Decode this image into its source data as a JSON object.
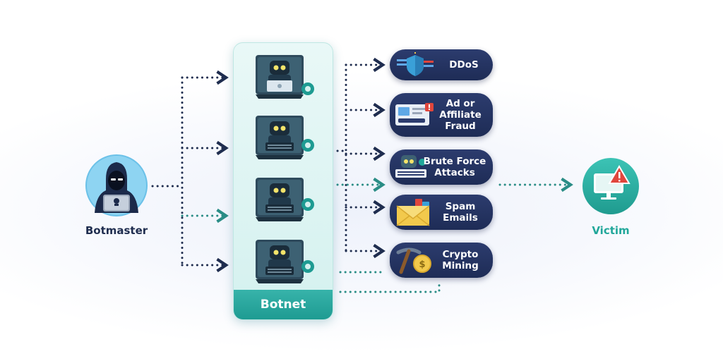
{
  "botmaster": {
    "label": "Botmaster"
  },
  "botnet": {
    "label": "Botnet"
  },
  "victim": {
    "label": "Victim"
  },
  "attacks": [
    {
      "id": "ddos",
      "lines": [
        "DDoS"
      ]
    },
    {
      "id": "ad-fraud",
      "lines": [
        "Ad or",
        "Affiliate",
        "Fraud"
      ]
    },
    {
      "id": "brute-force",
      "lines": [
        "Brute Force",
        "Attacks"
      ]
    },
    {
      "id": "spam",
      "lines": [
        "Spam",
        "Emails"
      ]
    },
    {
      "id": "crypto",
      "lines": [
        "Crypto",
        "Mining"
      ]
    }
  ],
  "icons": {
    "botmaster": "hooded-hacker-icon",
    "bot": "robot-laptop-icon",
    "ddos": "shield-icon",
    "ad-fraud": "ad-screen-icon",
    "brute-force": "robot-keyboard-icon",
    "spam": "envelope-icon",
    "crypto": "pickaxe-coin-icon",
    "victim": "monitor-alert-icon"
  },
  "colors": {
    "dark_navy": "#1e2c56",
    "teal": "#21a79a",
    "botnet_panel": "#d4f1ef",
    "alert_red": "#e0463c"
  }
}
